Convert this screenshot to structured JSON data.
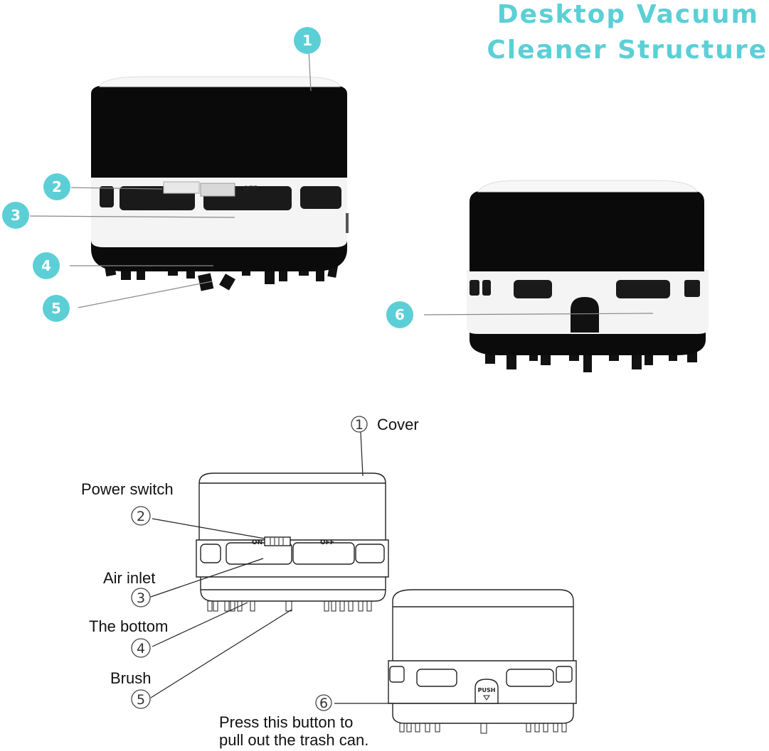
{
  "title": {
    "line1": "Desktop Vacuum",
    "line2": "Cleaner Structure"
  },
  "photo_badges": [
    "1",
    "2",
    "3",
    "4",
    "5",
    "6"
  ],
  "drawing": {
    "cover": {
      "num": "1",
      "label": "Cover"
    },
    "power_switch": {
      "num": "2",
      "label": "Power switch"
    },
    "air_inlet": {
      "num": "3",
      "label": "Air inlet"
    },
    "bottom": {
      "num": "4",
      "label": "The bottom"
    },
    "brush": {
      "num": "5",
      "label": "Brush"
    },
    "push_button": {
      "num": "6",
      "line1": "Press this button to",
      "line2": "pull out the trash can."
    },
    "switch_on": "ON",
    "switch_off": "OFF",
    "push_label": "PUSH"
  },
  "colors": {
    "accent": "#5ccfd6",
    "body_dark": "#0a0a0a",
    "body_white": "#f4f4f4"
  }
}
